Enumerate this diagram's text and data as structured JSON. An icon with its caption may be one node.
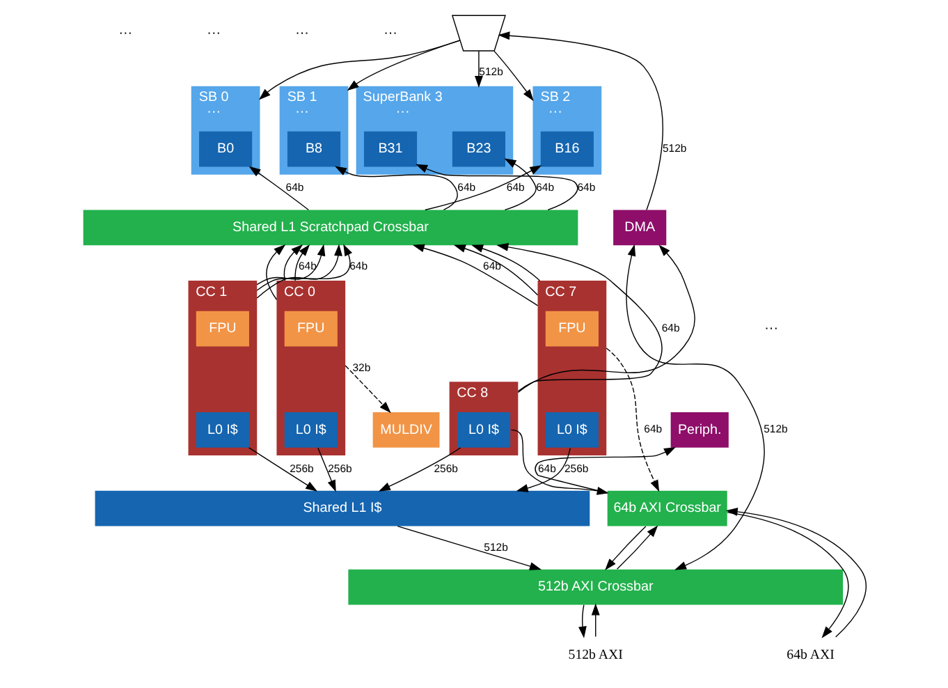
{
  "diagram": {
    "nodes": [
      {
        "text": [
          "SB 0",
          "···"
        ]
      },
      {
        "text": [
          "B0"
        ],
        "in": 0
      },
      {
        "text": [
          "SB 1",
          "···"
        ]
      },
      {
        "text": [
          "B8"
        ],
        "in": 2
      },
      {
        "text": [
          "SB 2",
          "···"
        ]
      },
      {
        "text": [
          "B16"
        ],
        "in": 4
      },
      {
        "text": [
          "SuperBank 3",
          "···"
        ]
      },
      {
        "text": [
          "B23"
        ],
        "in": 6
      },
      {
        "text": [
          "B31"
        ],
        "in": 6
      },
      {
        "text": [],
        "shape": "trapezium"
      },
      {
        "text": [
          "Periph."
        ]
      },
      {
        "text": [
          "Shared L1 Scratchpad Crossbar"
        ]
      },
      {
        "text": [
          "DMA"
        ]
      },
      {
        "text": [
          "MULDIV"
        ]
      },
      {
        "text": [
          "CC 0"
        ]
      },
      {
        "text": [
          "FPU"
        ],
        "in": 14
      },
      {
        "text": [
          "L0 I$"
        ],
        "in": 14
      },
      {
        "text": [
          "CC 1"
        ]
      },
      {
        "text": [
          "FPU"
        ],
        "in": 17
      },
      {
        "text": [
          "L0 I$"
        ],
        "in": 17
      },
      {
        "text": [
          "CC 7"
        ]
      },
      {
        "text": [
          "FPU"
        ],
        "in": 20
      },
      {
        "text": [
          "L0 I$"
        ],
        "in": 20
      },
      {
        "text": [
          "CC 8"
        ]
      },
      {
        "text": [
          "L0 I$"
        ],
        "in": 23
      },
      {
        "text": [
          "64b AXI Crossbar"
        ]
      },
      {
        "text": [
          "Shared L1 I$"
        ]
      },
      {
        "text": [
          "512b AXI Crossbar"
        ]
      },
      {
        "text": [
          "512b AXI"
        ]
      },
      {
        "text": [
          "64b AXI"
        ]
      }
    ],
    "edges": [
      {
        "from": 9,
        "to": 0,
        "arrow": "to"
      },
      {
        "from": 9,
        "to": 2,
        "arrow": "to"
      },
      {
        "from": 9,
        "to": 4,
        "arrow": "to"
      },
      {
        "from": 9,
        "to": 6,
        "arrow": "to",
        "label": "512b"
      },
      {
        "from": 12,
        "to": 9,
        "arrow": "to",
        "label": "512b"
      },
      {
        "from": 25,
        "to": 10,
        "arrow": "to",
        "label": "64b"
      },
      {
        "from": 11,
        "to": 1,
        "arrow": "to",
        "label": "64b"
      },
      {
        "from": 11,
        "to": 3,
        "arrow": "to",
        "label": "64b"
      },
      {
        "from": 11,
        "to": 5,
        "arrow": "to",
        "label": "64b"
      },
      {
        "from": 11,
        "to": 7,
        "arrow": "to",
        "label": "64b"
      },
      {
        "from": 11,
        "to": 8,
        "arrow": "to",
        "label": "64b"
      },
      {
        "from": 14,
        "to": 11,
        "arrow": "to"
      },
      {
        "from": 14,
        "to": 11,
        "arrow": "to"
      },
      {
        "from": 14,
        "to": 11,
        "arrow": "to",
        "label": "64b"
      },
      {
        "from": 17,
        "to": 11,
        "arrow": "to"
      },
      {
        "from": 17,
        "to": 11,
        "arrow": "to"
      },
      {
        "from": 17,
        "to": 11,
        "arrow": "to",
        "label": "64b"
      },
      {
        "from": 20,
        "to": 11,
        "arrow": "to",
        "label": "64b"
      },
      {
        "from": 20,
        "to": 11,
        "arrow": "to"
      },
      {
        "from": 20,
        "to": 11,
        "arrow": "to"
      },
      {
        "from": 23,
        "to": 11,
        "arrow": "to",
        "label": "64b"
      },
      {
        "from": 23,
        "to": 12,
        "arrow": "to"
      },
      {
        "from": 12,
        "to": 27,
        "arrow": "both",
        "label": "512b"
      },
      {
        "from": 14,
        "to": 13,
        "arrow": "to",
        "label": "32b",
        "style": "dashed"
      },
      {
        "from": 20,
        "to": 25,
        "arrow": "to",
        "label": "64b",
        "style": "dashed"
      },
      {
        "from": 24,
        "to": 25,
        "arrow": "to"
      },
      {
        "from": 16,
        "to": 26,
        "arrow": "to",
        "label": "256b"
      },
      {
        "from": 19,
        "to": 26,
        "arrow": "to",
        "label": "256b"
      },
      {
        "from": 22,
        "to": 26,
        "arrow": "to",
        "label": "256b"
      },
      {
        "from": 24,
        "to": 26,
        "arrow": "to",
        "label": "256b"
      },
      {
        "from": 26,
        "to": 27,
        "arrow": "to",
        "label": "512b"
      },
      {
        "from": 27,
        "to": 25,
        "arrow": "to"
      },
      {
        "from": 25,
        "to": 27,
        "arrow": "to"
      },
      {
        "from": 28,
        "to": 27,
        "arrow": "to"
      },
      {
        "from": 27,
        "to": 28,
        "arrow": "to"
      },
      {
        "from": 29,
        "to": 25,
        "arrow": "to"
      },
      {
        "from": 25,
        "to": 29,
        "arrow": "to"
      }
    ],
    "labels": [
      "···",
      "···",
      "···",
      "···",
      "···"
    ]
  }
}
